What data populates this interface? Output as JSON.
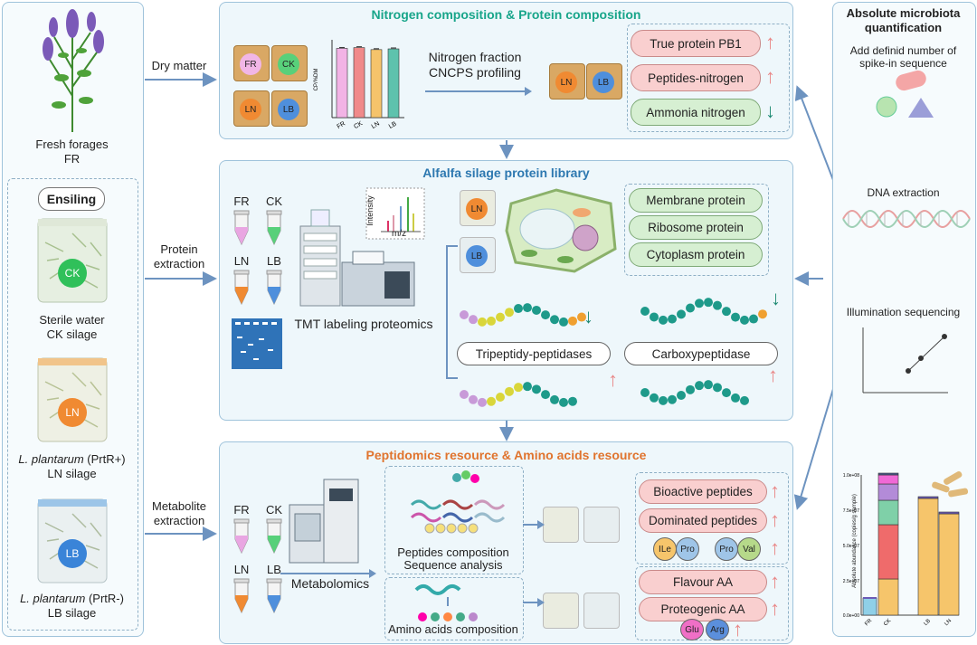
{
  "left": {
    "fresh_forages": "Fresh forages",
    "fr": "FR",
    "ensiling": "Ensiling",
    "ck_bag": "CK",
    "ck_line1": "Sterile water",
    "ck_line2": "CK silage",
    "ln_bag": "LN",
    "ln_italic": "L. plantarum",
    "ln_suffix": " (PrtR+)",
    "ln_line2": "LN silage",
    "lb_bag": "LB",
    "lb_italic": "L. plantarum",
    "lb_suffix": " (PrtR-)",
    "lb_line2": "LB silage"
  },
  "arrows_labels": {
    "dry_matter": "Dry matter",
    "protein_extraction_1": "Protein",
    "protein_extraction_2": "extraction",
    "metabolite_extraction_1": "Metabolite",
    "metabolite_extraction_2": "extraction"
  },
  "panel1": {
    "title": "Nitrogen composition & Protein composition",
    "title_color": "#18a58a",
    "bags": [
      "FR",
      "CK",
      "LN",
      "LB"
    ],
    "bag_colors": [
      "#f1b6e6",
      "#58d07a",
      "#f08a32",
      "#4f8fdc"
    ],
    "method_1": "Nitrogen fraction",
    "method_2": "CNCPS profiling",
    "pills": [
      {
        "label": "True protein PB1",
        "dir": "up"
      },
      {
        "label": "Peptides-nitrogen",
        "dir": "up"
      },
      {
        "label": "Ammonia nitrogen",
        "dir": "down"
      }
    ]
  },
  "chart_data": {
    "type": "bar",
    "categories": [
      "FR",
      "CK",
      "LN",
      "LB"
    ],
    "values": [
      28,
      28.3,
      27.5,
      27.8
    ],
    "ylabel": "CP/%DM",
    "ylim": [
      0,
      30
    ],
    "colors": [
      "#f2b3e5",
      "#f08a8a",
      "#f5c36b",
      "#5ec2ad"
    ]
  },
  "panel2": {
    "title": "Alfalfa silage protein library",
    "title_color": "#2d78b0",
    "tubes": [
      "FR",
      "CK",
      "LN",
      "LB"
    ],
    "tube_colors": [
      "#e9a6e2",
      "#58d07a",
      "#f08a32",
      "#4f8fdc"
    ],
    "spectrum_y": "Intensity",
    "spectrum_x": "m/z",
    "method": "TMT labeling proteomics",
    "pills": [
      "Membrane protein",
      "Ribosome protein",
      "Cytoplasm protein"
    ],
    "enzyme_1": "Tripeptidy-peptidases",
    "enzyme_2": "Carboxypeptidase"
  },
  "panel3": {
    "title": "Peptidomics resource & Amino acids resource",
    "title_color": "#e0742e",
    "tubes": [
      "FR",
      "CK",
      "LN",
      "LB"
    ],
    "method": "Metabolomics",
    "peptides_1": "Peptides composition",
    "peptides_2": "Sequence analysis",
    "aa_comp": "Amino acids composition",
    "pills_a": [
      "Bioactive peptides",
      "Dominated peptides"
    ],
    "aa_a": [
      "ILe",
      "Pro",
      "Pro",
      "Val"
    ],
    "pills_b": [
      "Flavour AA",
      "Proteogenic AA"
    ],
    "aa_b": [
      "Glu",
      "Arg"
    ]
  },
  "right": {
    "title_1": "Absolute microbiota",
    "title_2": "quantification",
    "desc_1": "Add definid number of",
    "desc_2": "spike-in sequence",
    "dna": "DNA extraction",
    "seq": "Illumination sequencing",
    "chart_ylabel": "Absolute abundance (copies/g sample)",
    "chart_ticks": [
      "1.0e+08",
      "7.5e+07",
      "5.0e+07",
      "2.5e+07",
      "0.0e+00"
    ],
    "chart_x": [
      "FR",
      "CK",
      "LB",
      "LN"
    ]
  }
}
